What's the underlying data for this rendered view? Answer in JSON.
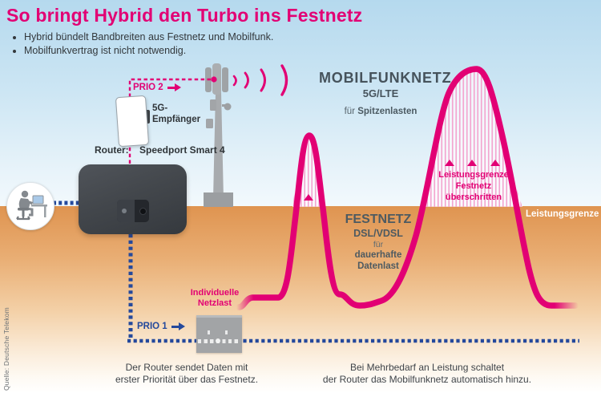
{
  "header": {
    "title": "So bringt Hybrid den Turbo ins Festnetz",
    "bullet1": "Hybrid bündelt Bandbreiten aus Festnetz und Mobilfunk.",
    "bullet2": "Mobilfunkvertrag ist nicht notwendig."
  },
  "devices": {
    "prio2_label": "PRIO 2",
    "prio1_label": "PRIO 1",
    "receiver_line1": "5G-",
    "receiver_line2": "Empfänger",
    "router_prefix": "Router:",
    "router_name": "Speedport Smart 4"
  },
  "networks": {
    "mobile": {
      "name": "MOBILFUNKNETZ",
      "tech": "5G/LTE",
      "usage_prefix": "für ",
      "usage": "Spitzenlasten"
    },
    "fixed": {
      "name": "FESTNETZ",
      "tech": "DSL/VDSL",
      "usage_prefix": "für",
      "usage_line1": "dauerhafte",
      "usage_line2": "Datenlast"
    }
  },
  "curve_labels": {
    "individual_load_line1": "Individuelle",
    "individual_load_line2": "Netzlast",
    "limit": "Leistungsgrenze",
    "exceeded_line1": "Leistungsgrenze",
    "exceeded_line2": "Festnetz",
    "exceeded_line3": "überschritten"
  },
  "captions": {
    "left_line1": "Der Router sendet Daten mit",
    "left_line2": "erster Priorität über das Festnetz.",
    "right_line1": "Bei Mehrbedarf an Leistung schaltet",
    "right_line2": "der Router das Mobilfunknetz automatisch hinzu."
  },
  "source_credit": "Quelle: Deutsche Telekom",
  "colors": {
    "magenta": "#e20074",
    "blue": "#24499c",
    "slate_text": "#46535c",
    "sky_top": "#b5d9ee",
    "ground_top": "#df9450"
  }
}
